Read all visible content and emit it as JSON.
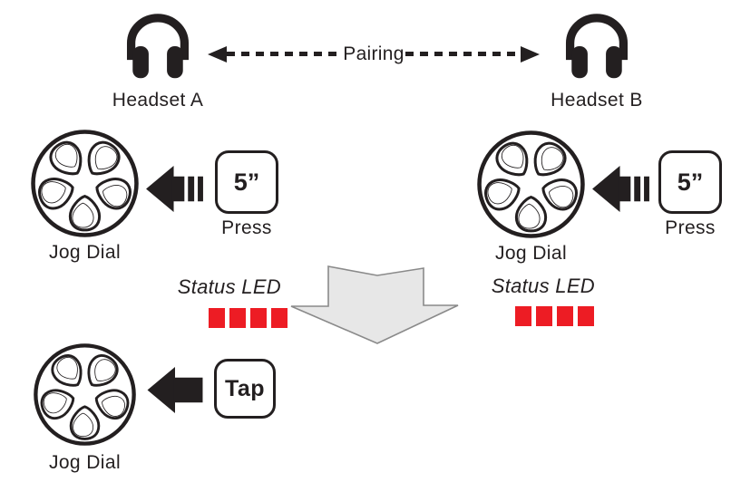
{
  "diagram": {
    "pairing_label": "Pairing",
    "headset_a": "Headset A",
    "headset_b": "Headset B",
    "jog_dial_a_label": "Jog Dial",
    "jog_dial_b_label": "Jog Dial",
    "jog_dial_c_label": "Jog Dial",
    "press_button_a": "5”",
    "press_button_b": "5”",
    "press_action_a": "Press",
    "press_action_b": "Press",
    "tap_button": "Tap",
    "status_led_a": "Status LED",
    "status_led_b": "Status LED",
    "led_count_a": 4,
    "led_count_b": 4,
    "colors": {
      "ink": "#231f20",
      "led_red": "#ed1c24",
      "flow_arrow_fill": "#e7e7e7",
      "flow_arrow_stroke": "#8a8a8a"
    }
  }
}
